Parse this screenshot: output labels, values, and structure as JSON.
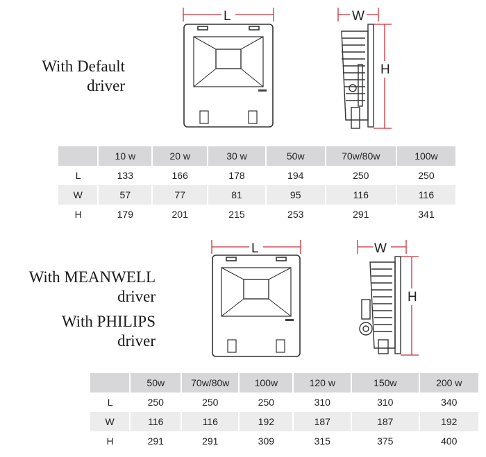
{
  "section1": {
    "label_line1": "With Default",
    "label_line2": "driver",
    "dim_L": "L",
    "dim_W": "W",
    "dim_H": "H",
    "table": {
      "headers": [
        "",
        "10 w",
        "20 w",
        "30 w",
        "50w",
        "70w/80w",
        "100w"
      ],
      "rows": [
        [
          "L",
          "133",
          "166",
          "178",
          "194",
          "250",
          "250"
        ],
        [
          "W",
          "57",
          "77",
          "81",
          "95",
          "116",
          "116"
        ],
        [
          "H",
          "179",
          "201",
          "215",
          "253",
          "291",
          "341"
        ]
      ]
    }
  },
  "section2": {
    "label_line1": "With MEANWELL",
    "label_line2": "driver",
    "label_line3": "With PHILIPS",
    "label_line4": "driver",
    "dim_L": "L",
    "dim_W": "W",
    "dim_H": "H",
    "table": {
      "headers": [
        "",
        "50w",
        "70w/80w",
        "100w",
        "120 w",
        "150w",
        "200 w"
      ],
      "rows": [
        [
          "L",
          "250",
          "250",
          "250",
          "310",
          "310",
          "340"
        ],
        [
          "W",
          "116",
          "116",
          "192",
          "187",
          "187",
          "192"
        ],
        [
          "H",
          "291",
          "291",
          "309",
          "315",
          "375",
          "400"
        ]
      ]
    }
  },
  "colors": {
    "dimension_red": "#c8323c",
    "header_gray": "#d7d7d9",
    "stripe_gray": "#ececec"
  }
}
